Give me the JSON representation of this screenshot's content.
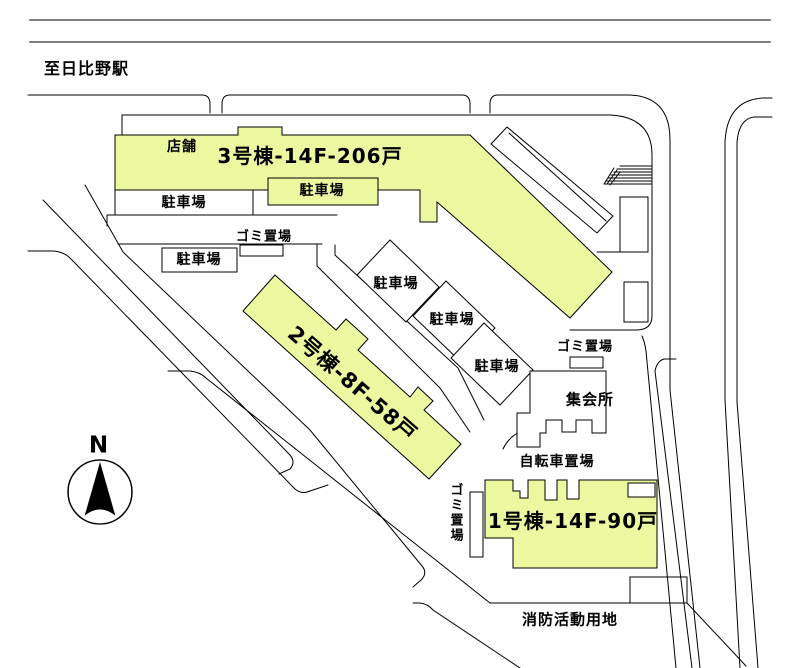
{
  "map": {
    "station_note": "至日比野駅",
    "compass_north": "N",
    "building3": {
      "label": "3号棟-14F-206戸",
      "annex": "店舗"
    },
    "building2": {
      "label": "2号棟-8F-58戸"
    },
    "building1": {
      "label": "1号棟-14F-90戸"
    },
    "labels": {
      "parking": "駐車場",
      "garbage": "ゴミ置場",
      "assembly_hall": "集会所",
      "bicycle_parking": "自転車置場",
      "fire_activity_area": "消防活動用地"
    },
    "colors": {
      "building_fill": "#ecf8a0",
      "line": "#000000",
      "boundary_gray": "#7e7e7e"
    }
  }
}
